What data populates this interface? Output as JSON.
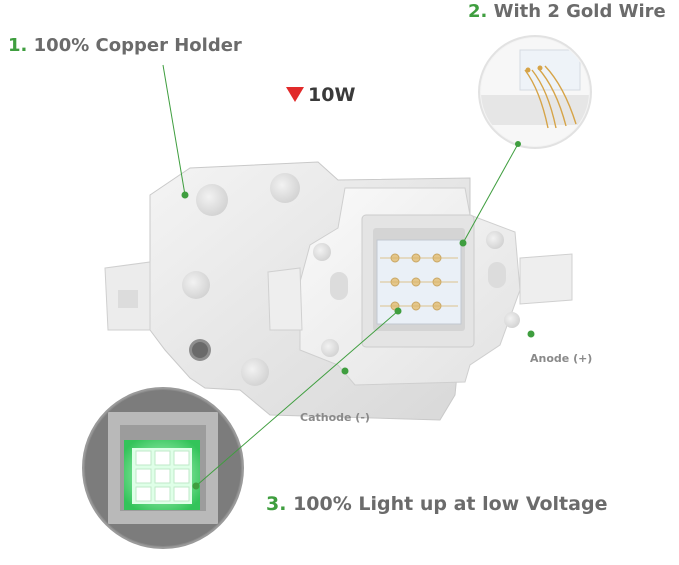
{
  "callouts": [
    {
      "number": "1.",
      "text": "100% Copper Holder"
    },
    {
      "number": "2.",
      "text": "With 2 Gold Wire"
    },
    {
      "number": "3.",
      "text": "100% Light up at low Voltage"
    }
  ],
  "power_label": "10W",
  "terminals": {
    "anode": "Anode (+)",
    "cathode": "Cathode (-)"
  },
  "colors": {
    "callout_number": "#3f9e3f",
    "callout_text": "#6b6b6b",
    "leader_line": "#3f9e3f",
    "marker": "#e12a2a",
    "lit_led": "#55e07a"
  },
  "led_grid": {
    "rows": 3,
    "cols": 3
  }
}
